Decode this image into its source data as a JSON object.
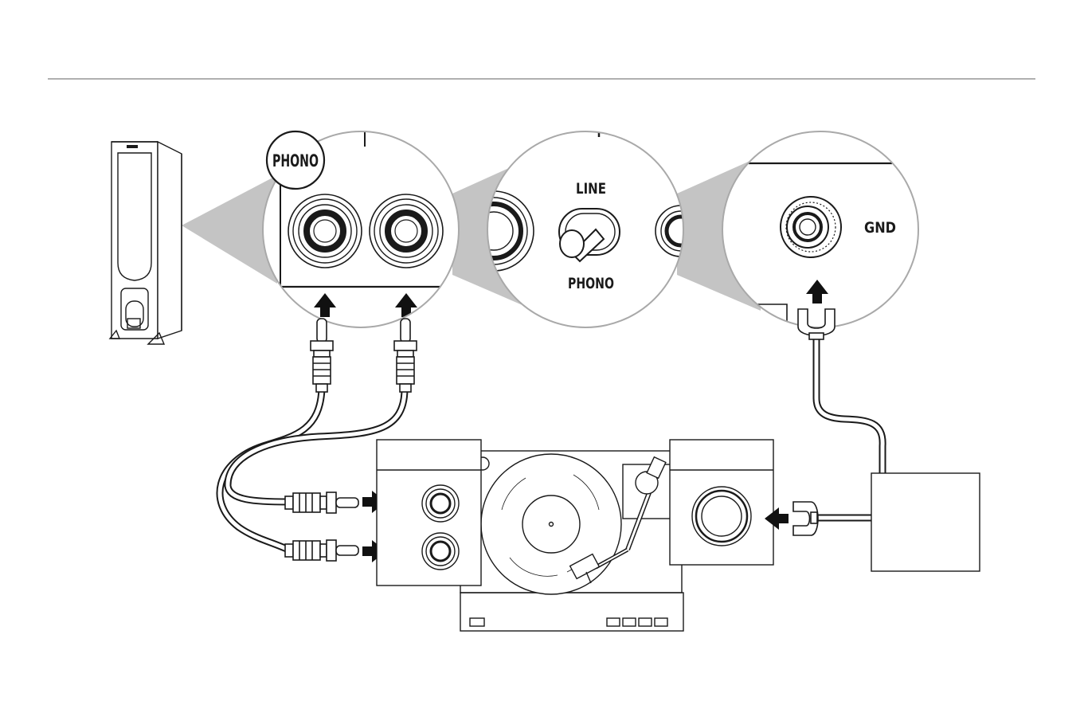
{
  "labels": {
    "phono_badge": "PHONO",
    "switch_line": "LINE",
    "switch_phono": "PHONO",
    "ground": "GND"
  },
  "colors": {
    "line": "#1a1a1a",
    "callout_gray": "#c4c4c4",
    "circle_outline": "#a9a9a9",
    "rule": "#808080",
    "arrow": "#111111",
    "background": "#ffffff"
  },
  "icons": [
    "floor-speaker-icon",
    "turntable-icon",
    "rca-plug-icon",
    "ground-spade-icon",
    "arrow-icon",
    "toggle-switch-icon",
    "ground-terminal-icon"
  ]
}
